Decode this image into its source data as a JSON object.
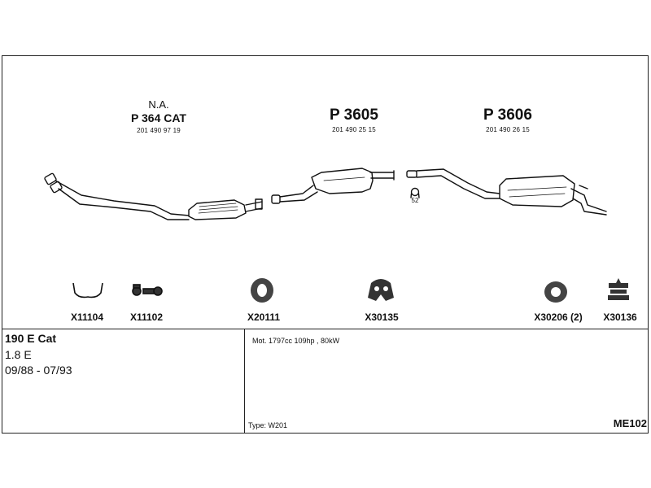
{
  "parts": {
    "cat": {
      "note": "N.A.",
      "code": "P 364 CAT",
      "oem": "201 490 97 19"
    },
    "middle": {
      "code": "P 3605",
      "oem": "201 490 25 15"
    },
    "rear": {
      "code": "P 3606",
      "oem": "201 490 26 15"
    },
    "hanger_small": {
      "label": "52"
    }
  },
  "clamps": [
    {
      "code": "X11104",
      "icon": "u-bolt-icon"
    },
    {
      "code": "X11102",
      "icon": "bolt-set-icon"
    },
    {
      "code": "X20111",
      "icon": "ring-gasket-icon"
    },
    {
      "code": "X30135",
      "icon": "rubber-hanger-icon"
    },
    {
      "code": "X30206 (2)",
      "icon": "rubber-ring-icon"
    },
    {
      "code": "X30136",
      "icon": "rubber-mount-icon"
    }
  ],
  "vehicle": {
    "model": "190 E Cat",
    "engine": "1.8 E",
    "years": "09/88 - 07/93",
    "motor": "Mot. 1797cc 109hp , 80kW",
    "type_label": "Type:",
    "type_value": "W201",
    "code": "ME102"
  }
}
